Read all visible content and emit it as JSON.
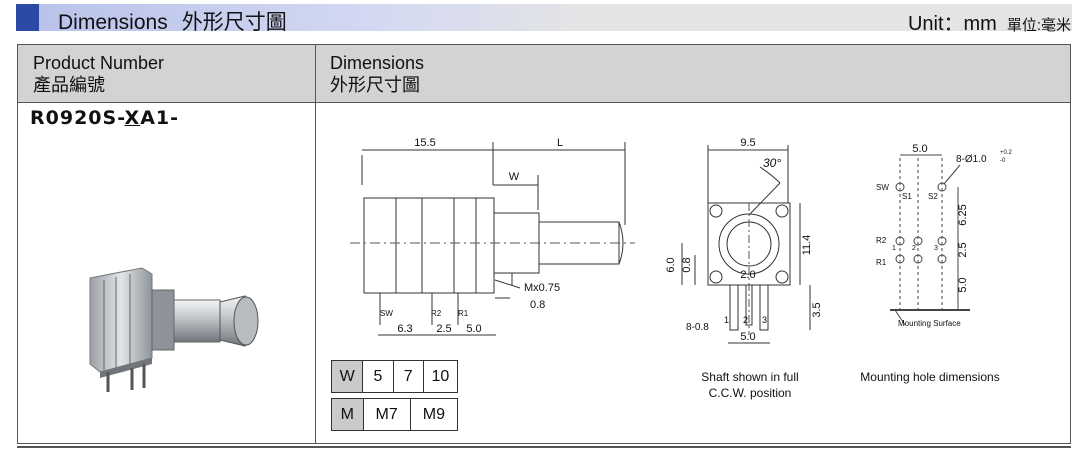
{
  "banner": {
    "title": "Dimensions",
    "title_cjk": "外形尺寸圖",
    "unit": "Unit：mm",
    "unit_cjk": "單位:毫米",
    "accent_color": "#2b4aa5"
  },
  "table": {
    "col1_header": "Product Number",
    "col1_header_cjk": "產品編號",
    "col2_header": "Dimensions",
    "col2_header_cjk": "外形尺寸圖",
    "product_prefix": "R0920S-",
    "product_x": "X",
    "product_suffix": "A1-"
  },
  "side_view": {
    "dim_15_5": "15.5",
    "dim_L": "L",
    "dim_W": "W",
    "thread": "Mx0.75",
    "dim_0_8": "0.8",
    "pin_sw": "SW",
    "pin_r2": "R2",
    "pin_r1": "R1",
    "dim_6_3": "6.3",
    "dim_2_5": "2.5",
    "dim_5_0": "5.0"
  },
  "front_view": {
    "dim_9_5": "9.5",
    "angle": "30°",
    "dim_11_4": "11.4",
    "dim_6_0": "6.0",
    "dim_0_8": "0.8",
    "dim_2_0": "2.0",
    "dim_3_5": "3.5",
    "dim_8_0_8": "8-0.8",
    "dim_5_0": "5.0",
    "pin1": "1",
    "pin2": "2",
    "pin3": "3",
    "caption_line1": "Shaft shown in full",
    "caption_line2": "C.C.W. position"
  },
  "mount_view": {
    "dim_5_0_top": "5.0",
    "hole_spec": "8-Ø1.0",
    "hole_tol_plus": "+0.2",
    "hole_tol_minus": "-0",
    "sw": "SW",
    "s1": "S1",
    "s2": "S2",
    "r2": "R2",
    "r1": "R1",
    "p1": "1",
    "p2": "2",
    "p3": "3",
    "dim_6_25": "6.25",
    "dim_2_5": "2.5",
    "dim_5_0": "5.0",
    "surface": "Mounting Surface",
    "caption": "Mounting hole dimensions"
  },
  "w_table": {
    "label": "W",
    "values": [
      "5",
      "7",
      "10"
    ]
  },
  "m_table": {
    "label": "M",
    "values": [
      "M7",
      "M9"
    ]
  }
}
